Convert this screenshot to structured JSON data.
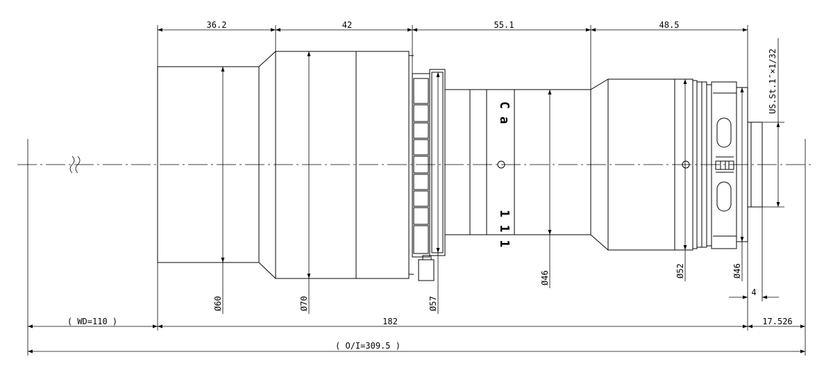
{
  "dimensions": {
    "top": [
      "36.2",
      "42",
      "55.1",
      "48.5"
    ],
    "diameters": [
      "Ø60",
      "Ø70",
      "Ø57",
      "Ø46",
      "Ø52",
      "Ø46"
    ],
    "thread": "US.St.1″×1/32",
    "flange_thickness": "4",
    "working_distance": "( WD=110 )",
    "lens_length": "182",
    "back_focus": "17.526",
    "object_to_image": "( O/I=309.5 )"
  },
  "lens_engraving": {
    "upper": "C a",
    "lower": "1 1 1"
  }
}
